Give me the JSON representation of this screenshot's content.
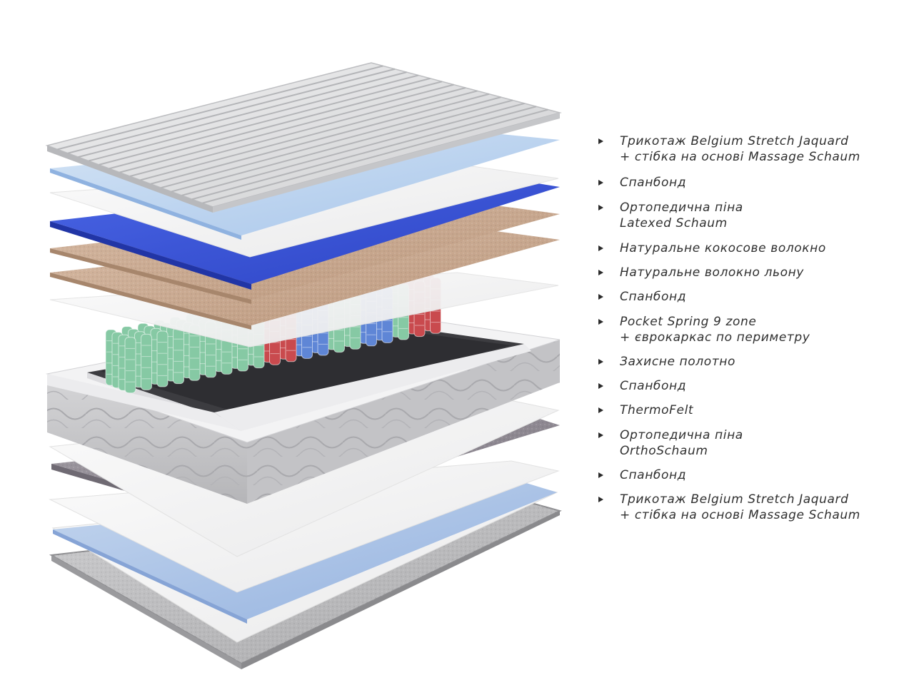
{
  "colors": {
    "legend_text": "#2f2f2f",
    "bullet": "#2b2b2b",
    "knit_top": "#d8d9db",
    "spunbond": "#f4f4f4",
    "latex_blue": "#3a56d8",
    "coconut": "#c9a88e",
    "spring_green": "#86c9a4",
    "spring_red": "#c94a4e",
    "spring_blue": "#5f86d6",
    "frame_gray": "#c9c9cb",
    "thermofelt": "#8d8790",
    "ortho_blue": "#a9c2e6",
    "knit_bottom": "#bdbdbf"
  },
  "legend": [
    {
      "lines": [
        "Трикотаж Belgium Stretch Jaquard",
        "+ стібка на основі Massage Schaum"
      ]
    },
    {
      "lines": [
        "Спанбонд"
      ]
    },
    {
      "lines": [
        "Ортопедична піна",
        "Latexed Schaum"
      ]
    },
    {
      "lines": [
        "Натуральне кокосове волокно"
      ]
    },
    {
      "lines": [
        "Натуральне волокно льону"
      ]
    },
    {
      "lines": [
        "Спанбонд"
      ]
    },
    {
      "lines": [
        "Pocket Spring 9 zone",
        "+ єврокаркас по периметру"
      ]
    },
    {
      "lines": [
        "Захисне полотно"
      ]
    },
    {
      "lines": [
        "Спанбонд"
      ]
    },
    {
      "lines": [
        "ThermoFelt"
      ]
    },
    {
      "lines": [
        "Ортопедична піна",
        "OrthoSchaum"
      ]
    },
    {
      "lines": [
        "Спанбонд"
      ]
    },
    {
      "lines": [
        "Трикотаж Belgium Stretch Jaquard",
        "+ стібка на основі Massage Schaum"
      ]
    }
  ]
}
